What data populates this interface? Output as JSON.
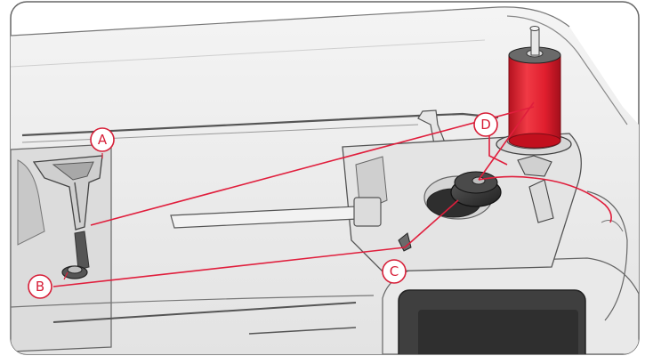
{
  "diagram": {
    "callouts": [
      {
        "id": "A",
        "label": "A"
      },
      {
        "id": "B",
        "label": "B"
      },
      {
        "id": "C",
        "label": "C"
      },
      {
        "id": "D",
        "label": "D"
      }
    ],
    "colors": {
      "thread": "#e01e3c",
      "callout": "#d71f38",
      "outline": "#4a4a4a",
      "machine_body": "#eeeeee",
      "machine_shade": "#d9d9d9",
      "spool_red": "#e8202e",
      "bobbin": "#3a3a3a",
      "screen": "#3f3f3f"
    }
  }
}
